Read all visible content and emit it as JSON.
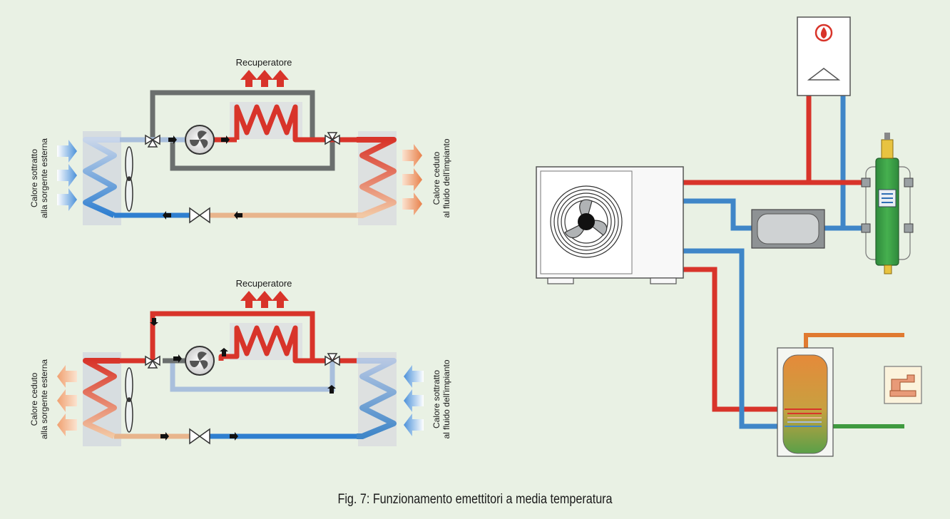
{
  "diagram_top": {
    "recovery_label": "Recuperatore",
    "left_label_line1": "Calore sottratto",
    "left_label_line2": "alla sorgente esterna",
    "right_label_line1": "Calore ceduto",
    "right_label_line2": "al fluido dell'impianto"
  },
  "diagram_bottom": {
    "recovery_label": "Recuperatore",
    "left_label_line1": "Calore ceduto",
    "left_label_line2": "alla sorgente esterna",
    "right_label_line1": "Calore sottratto",
    "right_label_line2": "al fluido dell'impianto"
  },
  "caption": "Fig. 7: Funzionamento emettitori a media temperatura",
  "colors": {
    "background": "#e9f1e4",
    "hot_pipe": "#d8342a",
    "cold_pipe": "#3f86c8",
    "gray_pipe": "#6b6f6e",
    "warm_light": "#e8b58c",
    "cool_light": "#a9bfdc",
    "dhw_out": "#e07a30",
    "cold_water_in": "#3f9a3f"
  }
}
